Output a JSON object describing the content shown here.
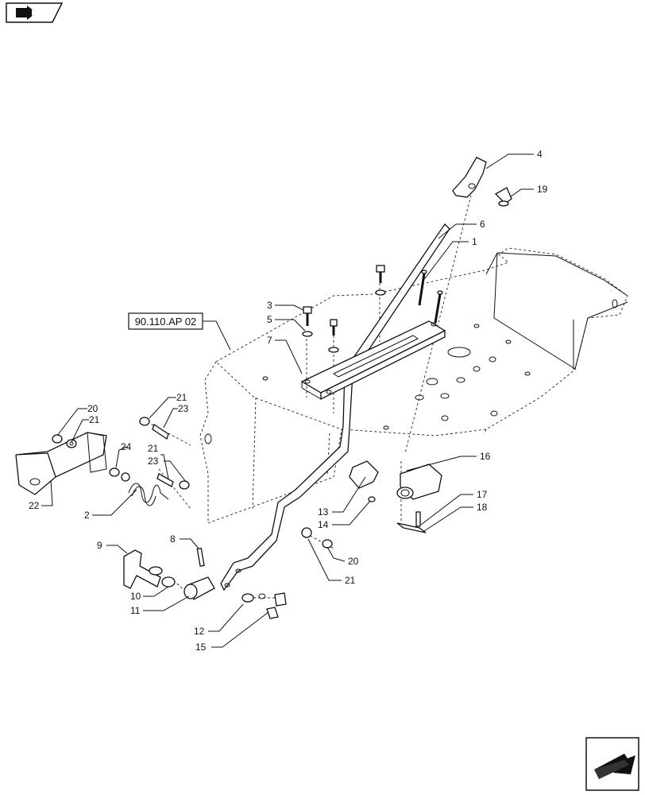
{
  "reference_box": {
    "text": "90.110.AP 02"
  },
  "icons": {
    "top_left": "book-arrow-icon",
    "bottom_right": "next-page-arrow-icon"
  },
  "callouts": {
    "c1": "1",
    "c2": "2",
    "c3": "3",
    "c4": "4",
    "c5": "5",
    "c6": "6",
    "c7": "7",
    "c8": "8",
    "c9": "9",
    "c10": "10",
    "c11": "11",
    "c12": "12",
    "c13": "13",
    "c14": "14",
    "c15": "15",
    "c16": "16",
    "c17": "17",
    "c18": "18",
    "c19": "19",
    "c20a": "20",
    "c20b": "20",
    "c21a": "21",
    "c21b": "21",
    "c21c": "21",
    "c21d": "21",
    "c22": "22",
    "c23a": "23",
    "c23b": "23",
    "c24": "24"
  }
}
